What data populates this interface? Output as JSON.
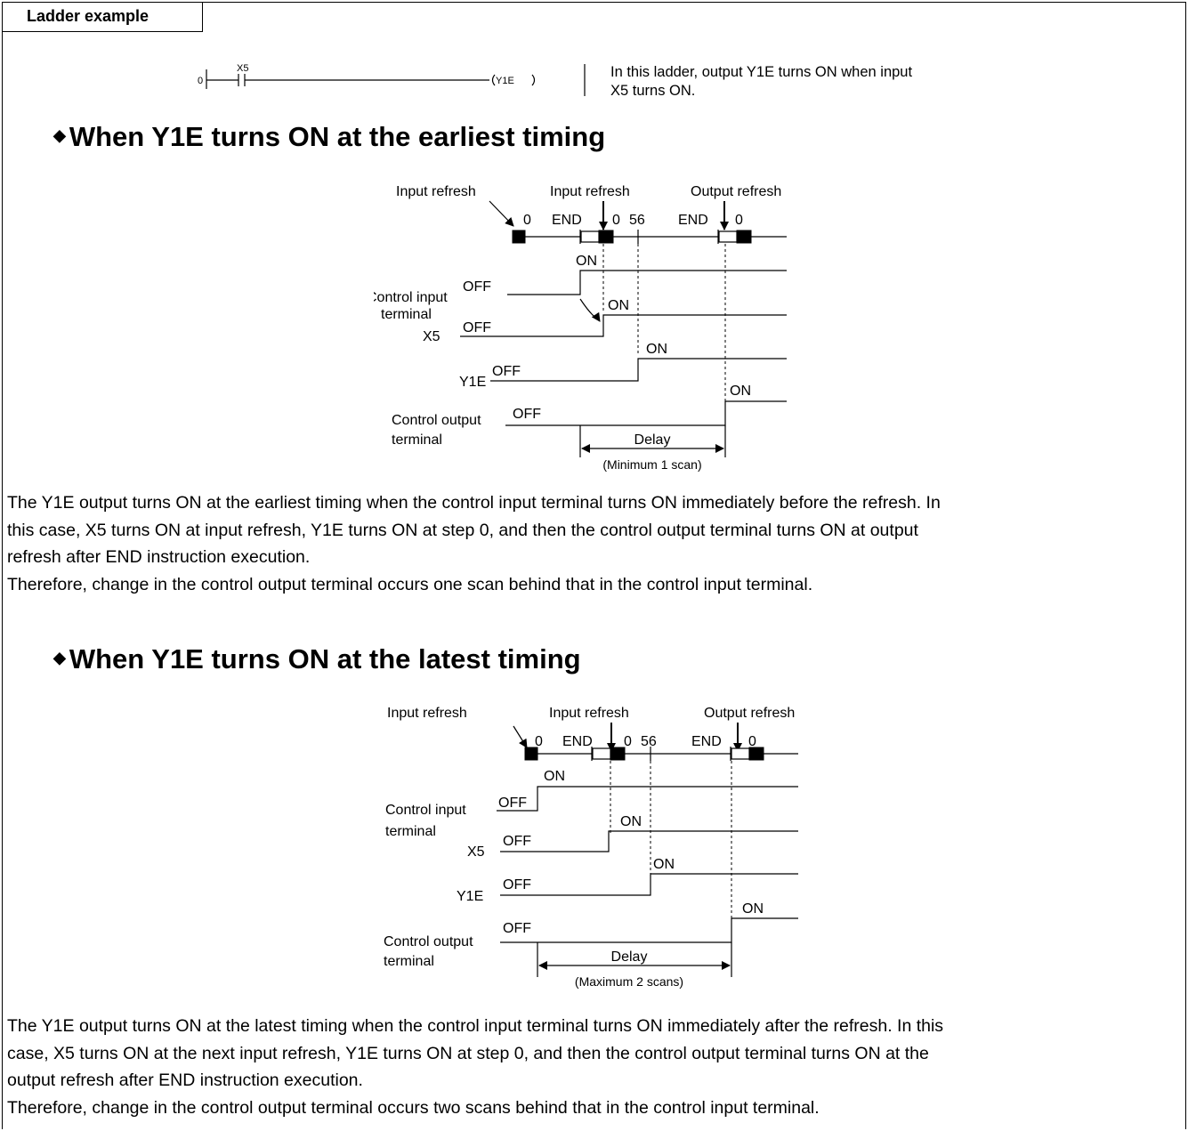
{
  "tab_label": "Ladder example",
  "ladder": {
    "step": "0",
    "contact": "X5",
    "coil": "Y1E",
    "note_line1": "In this ladder, output Y1E turns ON when input",
    "note_line2": "X5 turns ON."
  },
  "section1": {
    "heading": "When Y1E turns ON at the earliest timing",
    "diagram": {
      "input_refresh_a": "Input refresh",
      "input_refresh_b": "Input refresh",
      "output_refresh": "Output refresh",
      "scale_0a": "0",
      "scale_end_a": "END",
      "scale_0b": "0",
      "scale_56": "56",
      "scale_end_b": "END",
      "scale_0c": "0",
      "ctrl_input_1": "Control input",
      "ctrl_input_2": "terminal",
      "x5": "X5",
      "y1e": "Y1E",
      "ctrl_output_1": "Control output",
      "ctrl_output_2": "terminal",
      "on": "ON",
      "off": "OFF",
      "delay": "Delay",
      "delay_note": "(Minimum 1 scan)"
    },
    "para1_line1": "The Y1E output turns ON at the earliest timing when the control input terminal turns ON immediately before the refresh. In",
    "para1_line2": "this case, X5 turns ON at input refresh, Y1E turns ON at step 0, and then the control output terminal turns ON at output",
    "para1_line3": "refresh after END instruction execution.",
    "para2": "Therefore, change in the control output terminal occurs one scan behind that in the control input terminal."
  },
  "section2": {
    "heading": "When Y1E turns ON at the latest timing",
    "diagram": {
      "input_refresh_a": "Input refresh",
      "input_refresh_b": "Input refresh",
      "output_refresh": "Output refresh",
      "scale_0a": "0",
      "scale_end_a": "END",
      "scale_0b": "0",
      "scale_56": "56",
      "scale_end_b": "END",
      "scale_0c": "0",
      "ctrl_input_1": "Control input",
      "ctrl_input_2": "terminal",
      "x5": "X5",
      "y1e": "Y1E",
      "ctrl_output_1": "Control output",
      "ctrl_output_2": "terminal",
      "on": "ON",
      "off": "OFF",
      "delay": "Delay",
      "delay_note": "(Maximum 2 scans)"
    },
    "para1_line1": "The Y1E output turns ON at the latest timing when the control input terminal turns ON immediately after the refresh. In this",
    "para1_line2": "case, X5 turns ON at the next input refresh, Y1E turns ON at step 0, and then the control output terminal turns ON at the",
    "para1_line3": "output refresh after END instruction execution.",
    "para2": "Therefore, change in the control output terminal occurs two scans behind that in the control input terminal."
  }
}
